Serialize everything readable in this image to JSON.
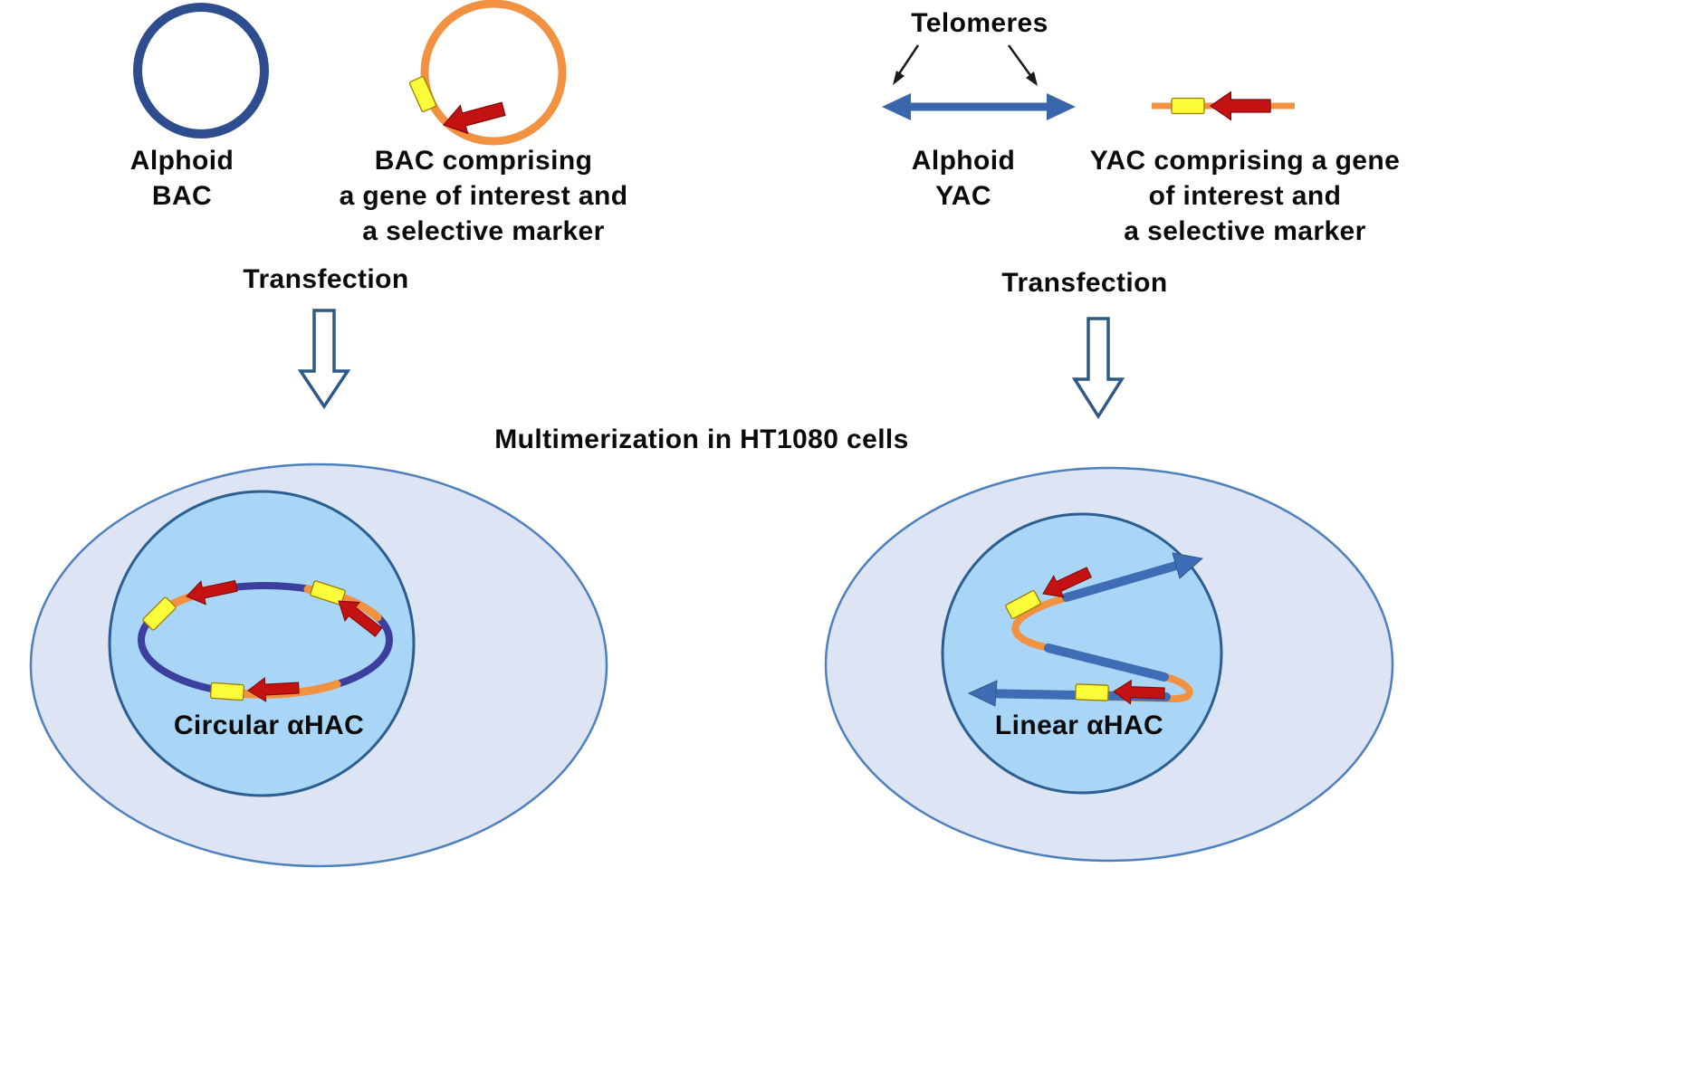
{
  "colors": {
    "navy_circle": "#2e4d8e",
    "orange_vector": "#f2913f",
    "yellow_marker": "#fdfd3a",
    "red_gene_arrow": "#c41111",
    "telomere_blue": "#3f6db5",
    "double_arrow_blue": "#3a67ac",
    "hac_ring_blue": "#3c3f9d",
    "cell_fill": "#dde4f3",
    "cell_border": "#4d80bd",
    "nucleus_fill": "#a9d5f7",
    "nucleus_border": "#2b5f92",
    "transfection_arrow_outline": "#2d5986",
    "text": "#0a0a0a"
  },
  "bac_panel": {
    "alphoid_label": "Alphoid\nBAC",
    "construct_label": "BAC comprising\na gene of interest and\na selective marker",
    "transfection_label": "Transfection",
    "result_label": "Circular αHAC"
  },
  "yac_panel": {
    "telomeres_label": "Telomeres",
    "alphoid_label": "Alphoid\nYAC",
    "construct_label": "YAC comprising a gene\nof interest and\na selective marker",
    "transfection_label": "Transfection",
    "result_label": "Linear αHAC"
  },
  "center_label": "Multimerization in HT1080 cells"
}
